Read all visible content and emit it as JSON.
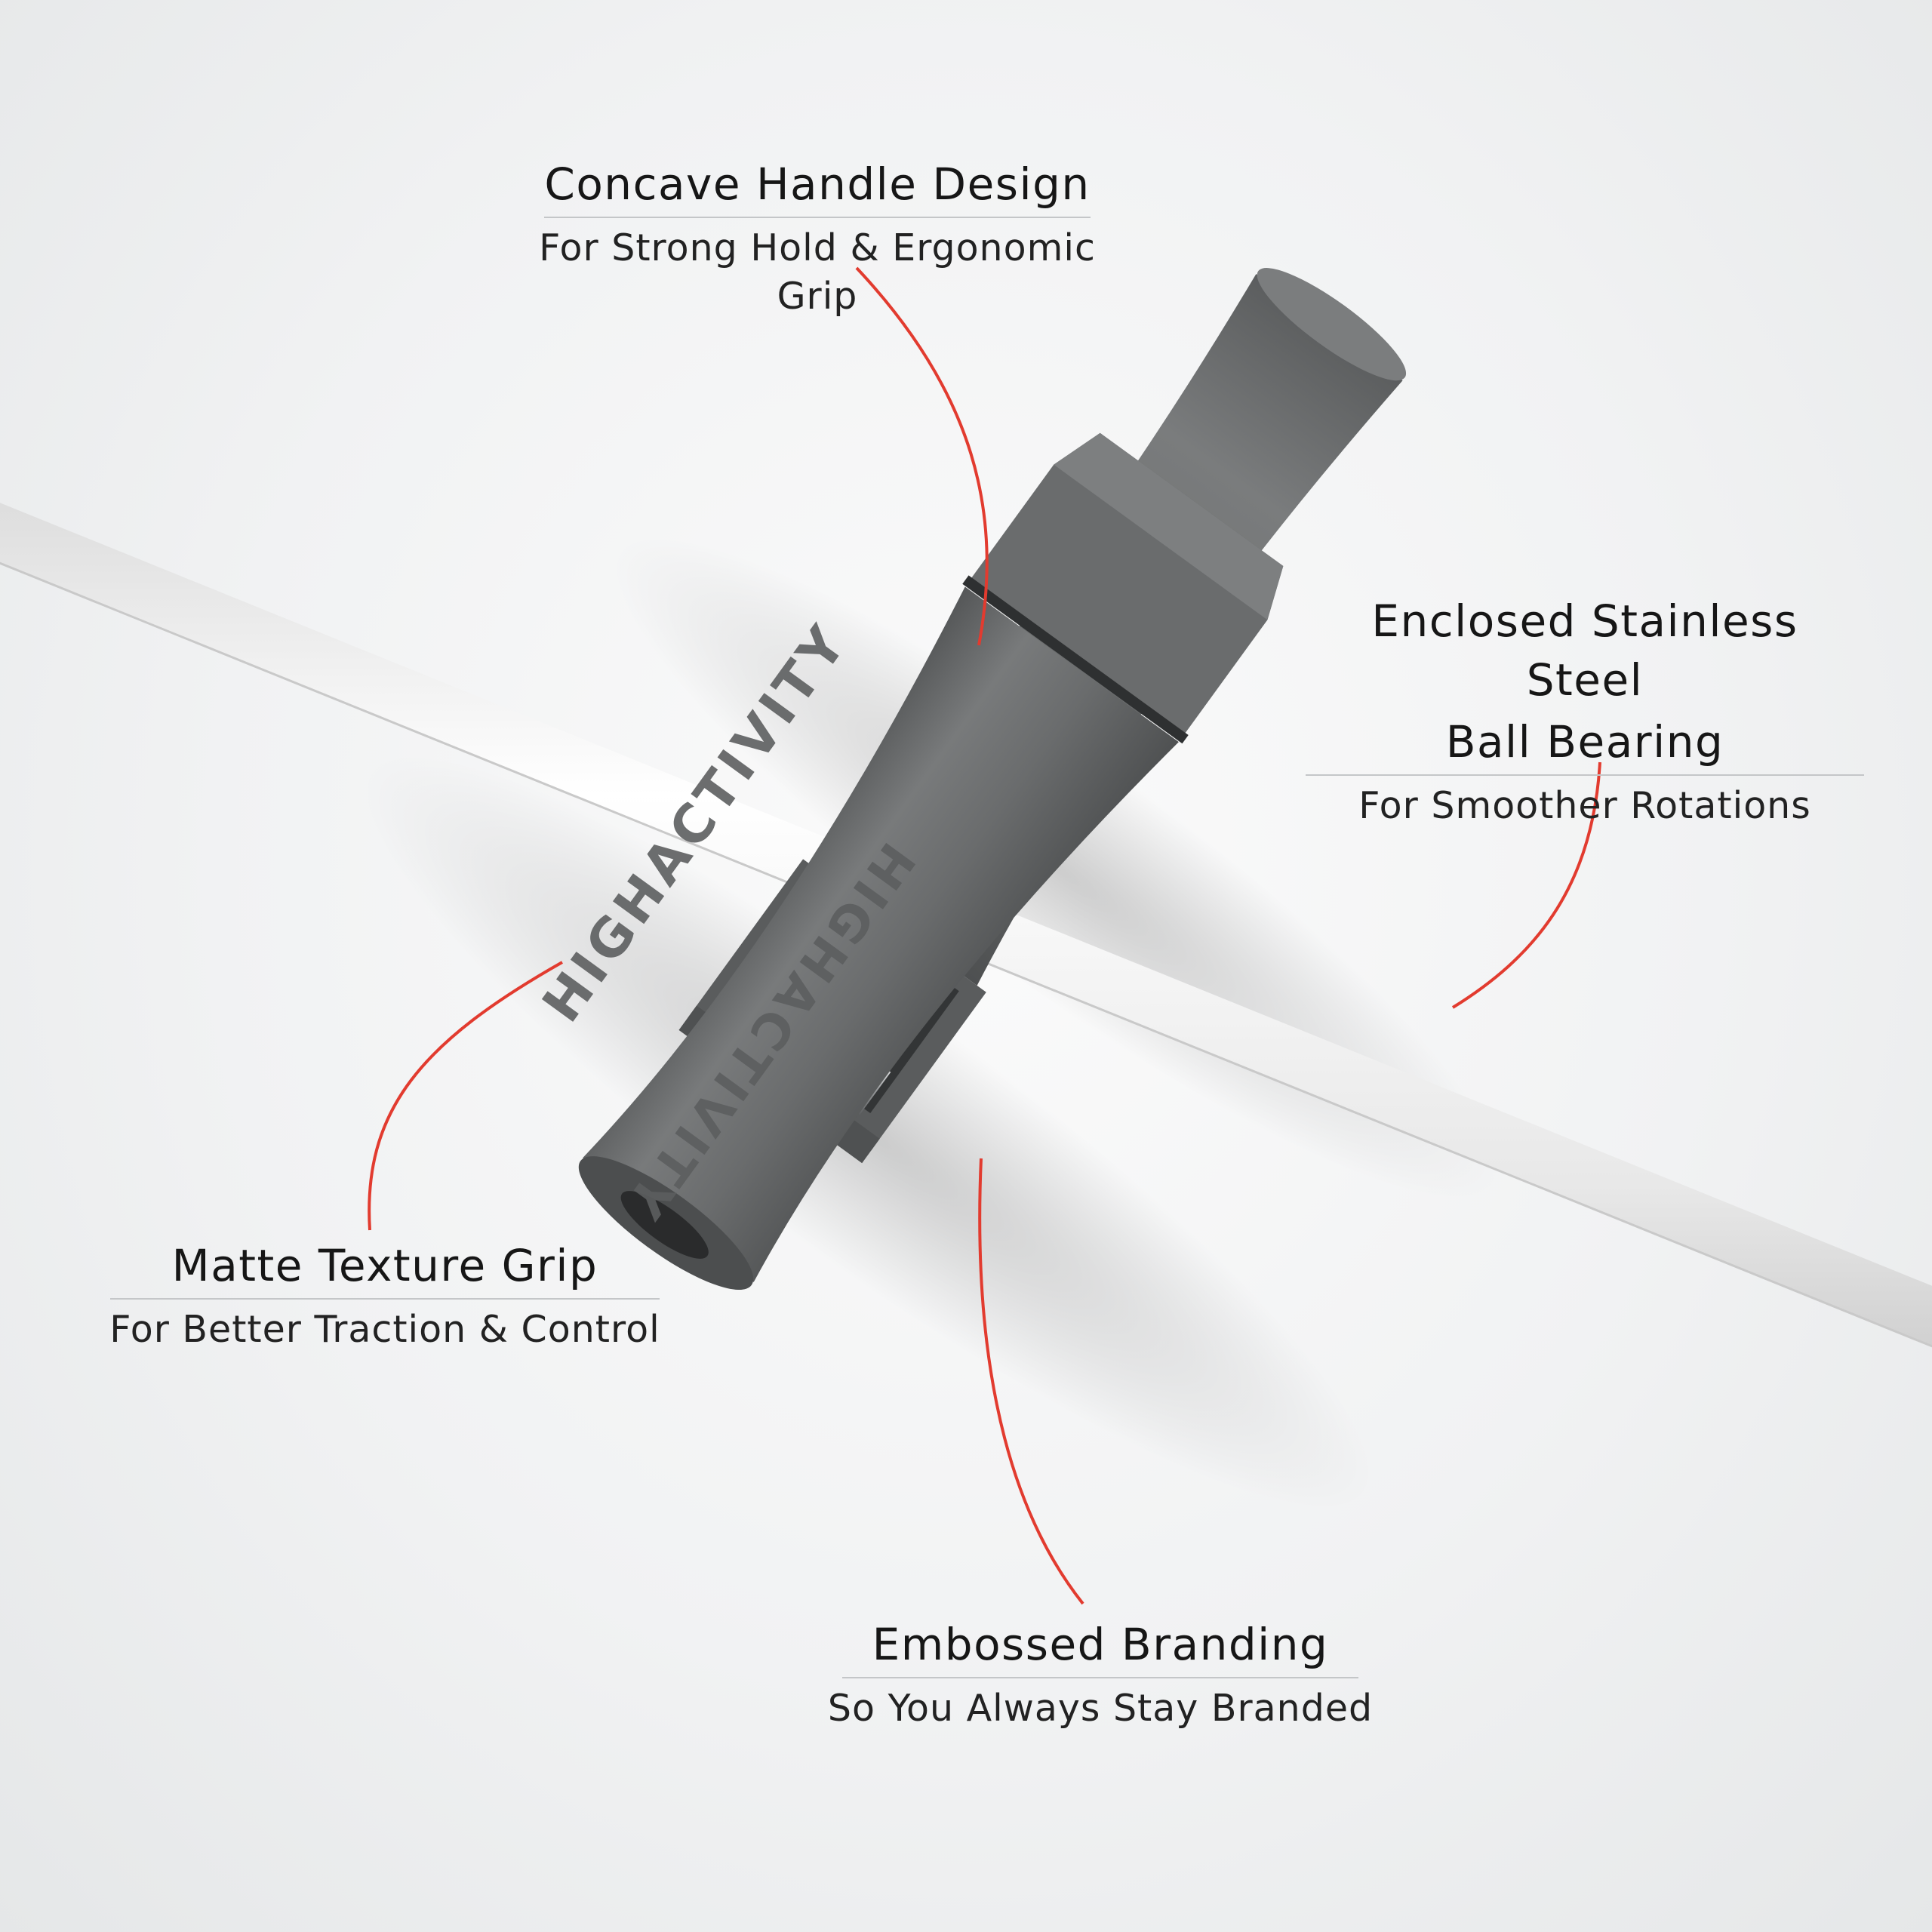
{
  "brand": {
    "embossed_text": "HIGHACTIVITY"
  },
  "colors": {
    "background": "#f1f2f3",
    "handle": "#6b6d6e",
    "cable": "#f7f7f7",
    "leader_line": "#e23b2f",
    "text": "#161616"
  },
  "callouts": {
    "concave": {
      "title": "Concave Handle Design",
      "subtitle": "For Strong Hold & Ergonomic Grip"
    },
    "bearing": {
      "title_line1": "Enclosed Stainless Steel",
      "title_line2": "Ball Bearing",
      "subtitle": "For Smoother Rotations"
    },
    "matte": {
      "title": "Matte Texture Grip",
      "subtitle": "For Better Traction & Control"
    },
    "embossed": {
      "title": "Embossed Branding",
      "subtitle": "So You Always Stay Branded"
    }
  }
}
